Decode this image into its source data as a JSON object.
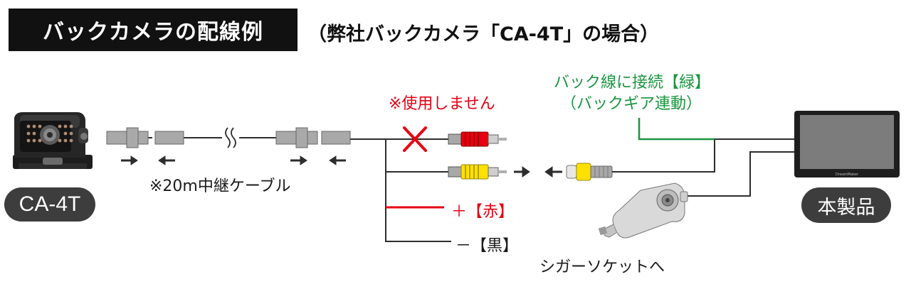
{
  "header": {
    "title": "バックカメラの配線例",
    "subtitle": "（弊社バックカメラ「CA-4T」の場合）"
  },
  "camera": {
    "label": "CA-4T"
  },
  "cable": {
    "label": "※20m中継ケーブル"
  },
  "not_used": {
    "label": "※使用しません"
  },
  "back_line": {
    "label_line1": "バック線に接続【緑】",
    "label_line2": "（バックギア連動）"
  },
  "power": {
    "plus_label": "＋【赤】",
    "minus_label": "－【黒】"
  },
  "cigar": {
    "label": "シガーソケットへ"
  },
  "product": {
    "label": "本製品",
    "monitor_brand": "DreamMaker"
  },
  "colors": {
    "cable": "#2d2d2d",
    "connector": "#a9a9a9",
    "red": "#e60012",
    "yellow": "#ffe100",
    "green": "#1a9640",
    "pill": "#3d3d3d"
  }
}
